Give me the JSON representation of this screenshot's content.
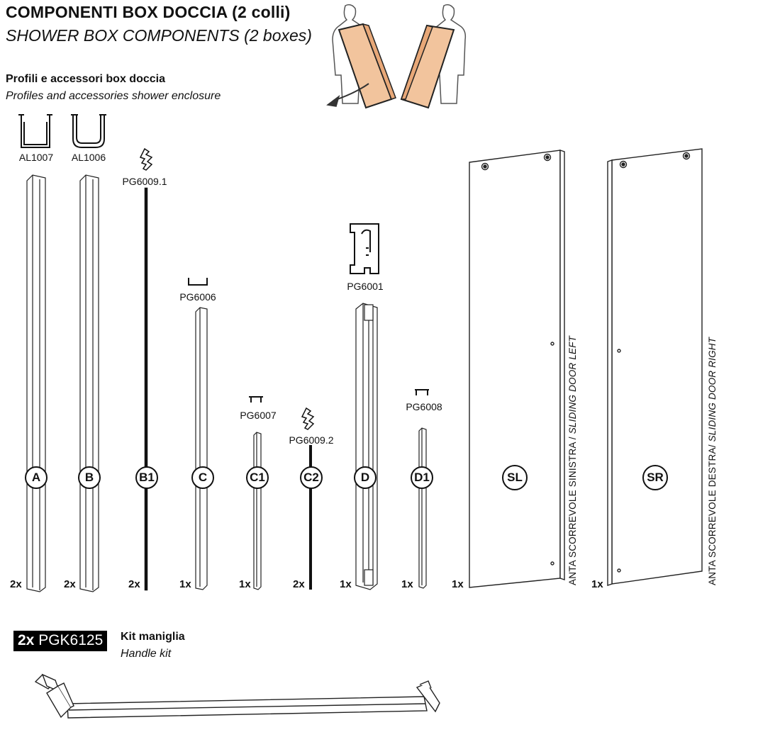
{
  "header": {
    "title": "COMPONENTI BOX DOCCIA (2 colli)",
    "subtitle": "SHOWER BOX COMPONENTS (2 boxes)"
  },
  "section": {
    "title": "Profili e accessori box doccia",
    "subtitle": "Profiles and accessories shower enclosure"
  },
  "components": [
    {
      "letter": "A",
      "code": "AL1007",
      "qty": "2x"
    },
    {
      "letter": "B",
      "code": "AL1006",
      "qty": "2x"
    },
    {
      "letter": "B1",
      "code": "PG6009.1",
      "qty": "2x"
    },
    {
      "letter": "C",
      "code": "PG6006",
      "qty": "1x"
    },
    {
      "letter": "C1",
      "code": "PG6007",
      "qty": "1x"
    },
    {
      "letter": "C2",
      "code": "PG6009.2",
      "qty": "2x"
    },
    {
      "letter": "D",
      "code": "PG6001",
      "qty": "1x"
    },
    {
      "letter": "D1",
      "code": "PG6008",
      "qty": "1x"
    }
  ],
  "doors": [
    {
      "letter": "SL",
      "qty": "1x",
      "label_it": "ANTA SCORREVOLE SINISTRA / ",
      "label_en": "SLIDING DOOR LEFT"
    },
    {
      "letter": "SR",
      "qty": "1x",
      "label_it": "ANTA SCORREVOLE DESTRA/ ",
      "label_en": "SLIDING DOOR RIGHT"
    }
  ],
  "kit": {
    "qty": "2x",
    "code": "PGK6125",
    "label": "Kit maniglia",
    "sublabel": "Handle kit"
  },
  "colors": {
    "panel_fill": "#f2c49d",
    "outline": "#111111",
    "glass": "#ffffff"
  }
}
